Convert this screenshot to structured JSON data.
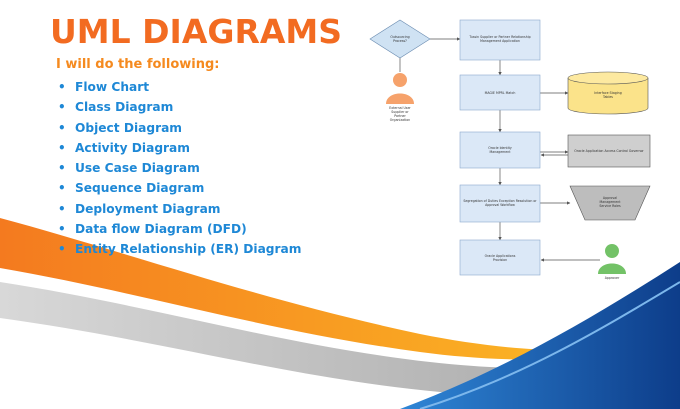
{
  "header": {
    "title": "UML DIAGRAMS",
    "subtitle": "I will do the following:"
  },
  "services": [
    "Flow Chart",
    "Class Diagram",
    "Object Diagram",
    "Activity Diagram",
    "Use Case Diagram",
    "Sequence Diagram",
    "Deployment Diagram",
    "Data flow Diagram (DFD)",
    "Entity Relationship (ER) Diagram"
  ],
  "flowchart": {
    "decision_lines": [
      "Outsourcing",
      "Process?"
    ],
    "external_actor_lines": [
      "External User",
      "Supplier or",
      "Partner",
      "Organization"
    ],
    "process_1_lines": [
      "Tussin Supplier or Partner Relationship",
      "Management Application"
    ],
    "process_2_lines": [
      "MAGIE MPRL Match"
    ],
    "data_store_lines": [
      "Interface Staging",
      "Tables"
    ],
    "process_3_lines": [
      "Oracle Identity",
      "Management"
    ],
    "process_3_side_lines": [
      "Oracle Application Access Control Governor"
    ],
    "process_4_lines": [
      "Segregation of Duties Exception Resolution or",
      "Approval Workflow"
    ],
    "manual_op_lines": [
      "Approval",
      "Management",
      "Service Roles"
    ],
    "process_5_lines": [
      "Oracle Applications",
      "Provision"
    ],
    "approver_label": "Approver"
  },
  "colors": {
    "title_orange": "#f26b21",
    "subtitle_orange": "#f58a1f",
    "item_blue": "#1e88d6",
    "box_blue": "#dbe8f7",
    "decision_blue": "#cfe2f3",
    "actor_orange": "#f6a26b",
    "actor_green": "#73c267",
    "store_yellow": "#fbe38a",
    "side_gray": "#cfcfcf",
    "wave_orange": "#f7921e",
    "wave_gold": "#fbb424",
    "wave_gray": "#bcbcbc",
    "wave_blue": "#1b5fb3",
    "wave_blue_dark": "#0d3d8a"
  }
}
